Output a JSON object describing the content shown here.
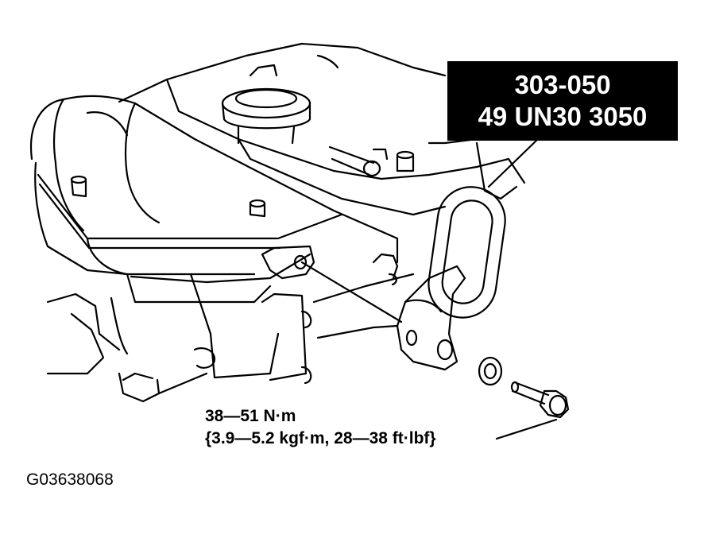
{
  "tool_callout": {
    "line1": "303-050",
    "line2": "49 UN30 3050"
  },
  "torque_spec": {
    "line1": "38—51 N·m",
    "line2": "{3.9—5.2 kgf·m, 28—38 ft·lbf}"
  },
  "figure_id": "G03638068",
  "colors": {
    "ink": "#000000",
    "paper": "#ffffff"
  }
}
